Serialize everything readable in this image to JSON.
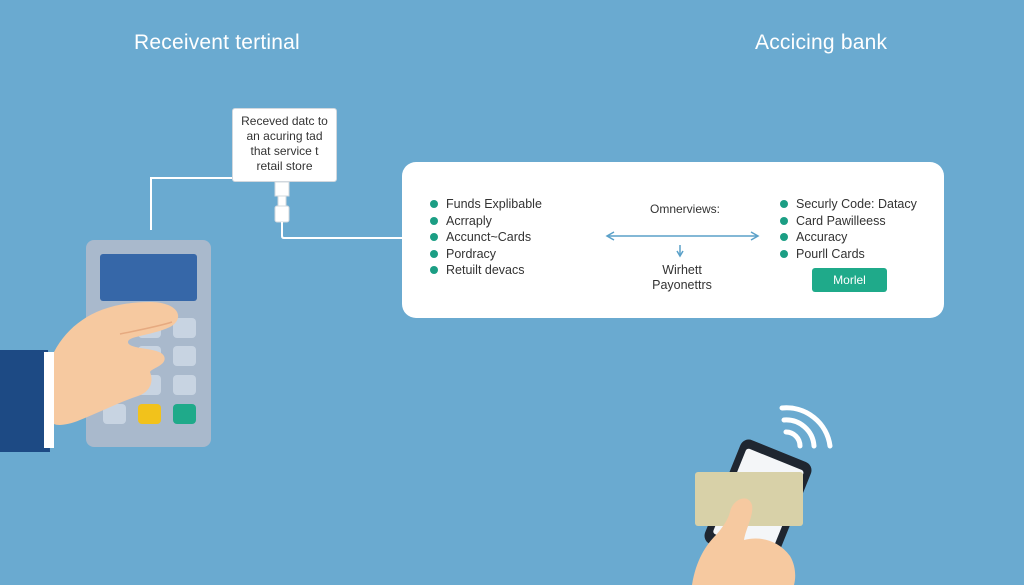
{
  "titles": {
    "left": "Receivent tertinal",
    "right": "Accicing bank"
  },
  "callout": {
    "lines": [
      "Receved datc to",
      "an acuring tad",
      "that service  t",
      "retail store"
    ]
  },
  "panel": {
    "left_list": [
      "Funds Explibable",
      "Acrraply",
      "Accunct~Cards",
      "Pordracy",
      "Retuilt devacs"
    ],
    "middle_heading": "Omnerviews:",
    "middle_label": [
      "Wirhett",
      "Payonettrs"
    ],
    "right_list": [
      "Securly Code: Datacy",
      "Card Pawilleess",
      "Accuracy",
      "Pourll Cards"
    ],
    "button_label": "Morlel"
  },
  "colors": {
    "background": "#6aaad0",
    "accent": "#1b9e84",
    "button": "#1faa8a",
    "terminal_screen": "#3667a8",
    "key_yellow": "#f2c21b",
    "key_green": "#1faa8a",
    "card": "#d8d1a8",
    "sleeve": "#1d4a84"
  },
  "icons": [
    "terminal-icon",
    "hand-icon",
    "phone-icon",
    "contactless-icon",
    "card-icon",
    "connector-plug-icon",
    "arrow-left-right-icon",
    "arrow-down-icon"
  ]
}
